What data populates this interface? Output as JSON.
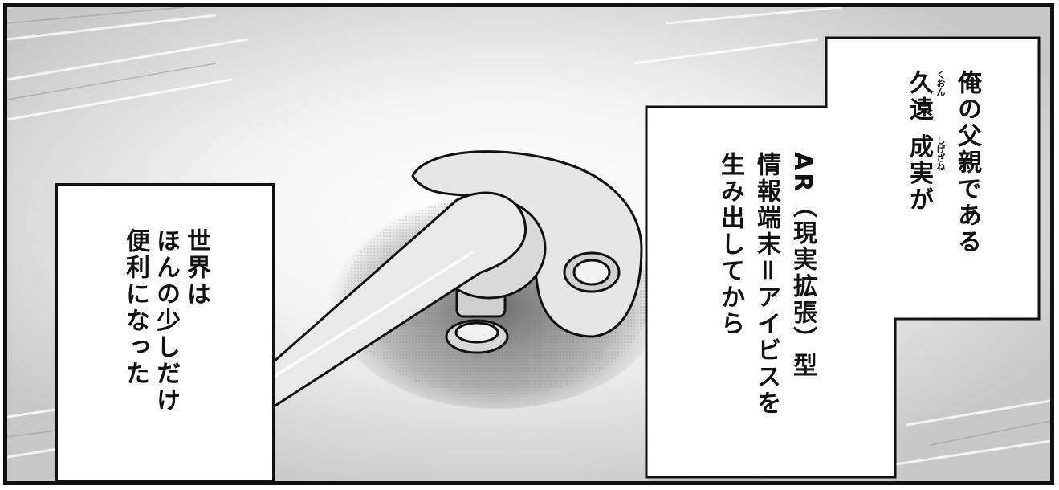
{
  "panel": {
    "captions": {
      "left": {
        "lines": [
          "世界は",
          "ほんの少しだけ",
          "便利になった"
        ]
      },
      "right": {
        "lines": [
          "俺の父親である",
          "久遠 成実が",
          "AR（現実拡張）型",
          "情報端末＝アイビスを",
          "生み出してから"
        ],
        "ruby": {
          "kuon": "くおん",
          "shigezane": "しげざね"
        }
      }
    },
    "art": {
      "subject": "door-lever-handle-illustration",
      "style": "manga-screentone"
    },
    "colors": {
      "ink": "#111111",
      "paper": "#ffffff",
      "screentone": "#bdbdbd"
    }
  }
}
